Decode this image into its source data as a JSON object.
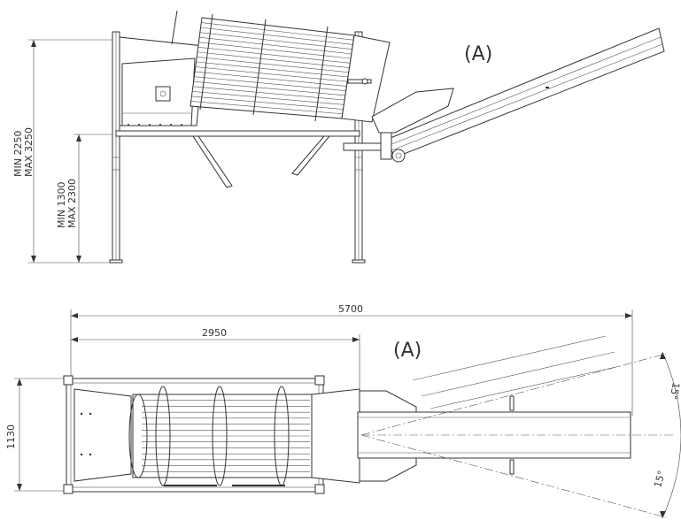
{
  "side_view": {
    "label_a": "(A)",
    "outer_min": "MIN 2250",
    "outer_max": "MAX 3250",
    "inner_min": "MIN 1300",
    "inner_max": "MAX 2300"
  },
  "top_view": {
    "label_a": "(A)",
    "overall_length": "5700",
    "drum_length": "2950",
    "width": "1130",
    "angle_up": "15°",
    "angle_down": "15°"
  }
}
